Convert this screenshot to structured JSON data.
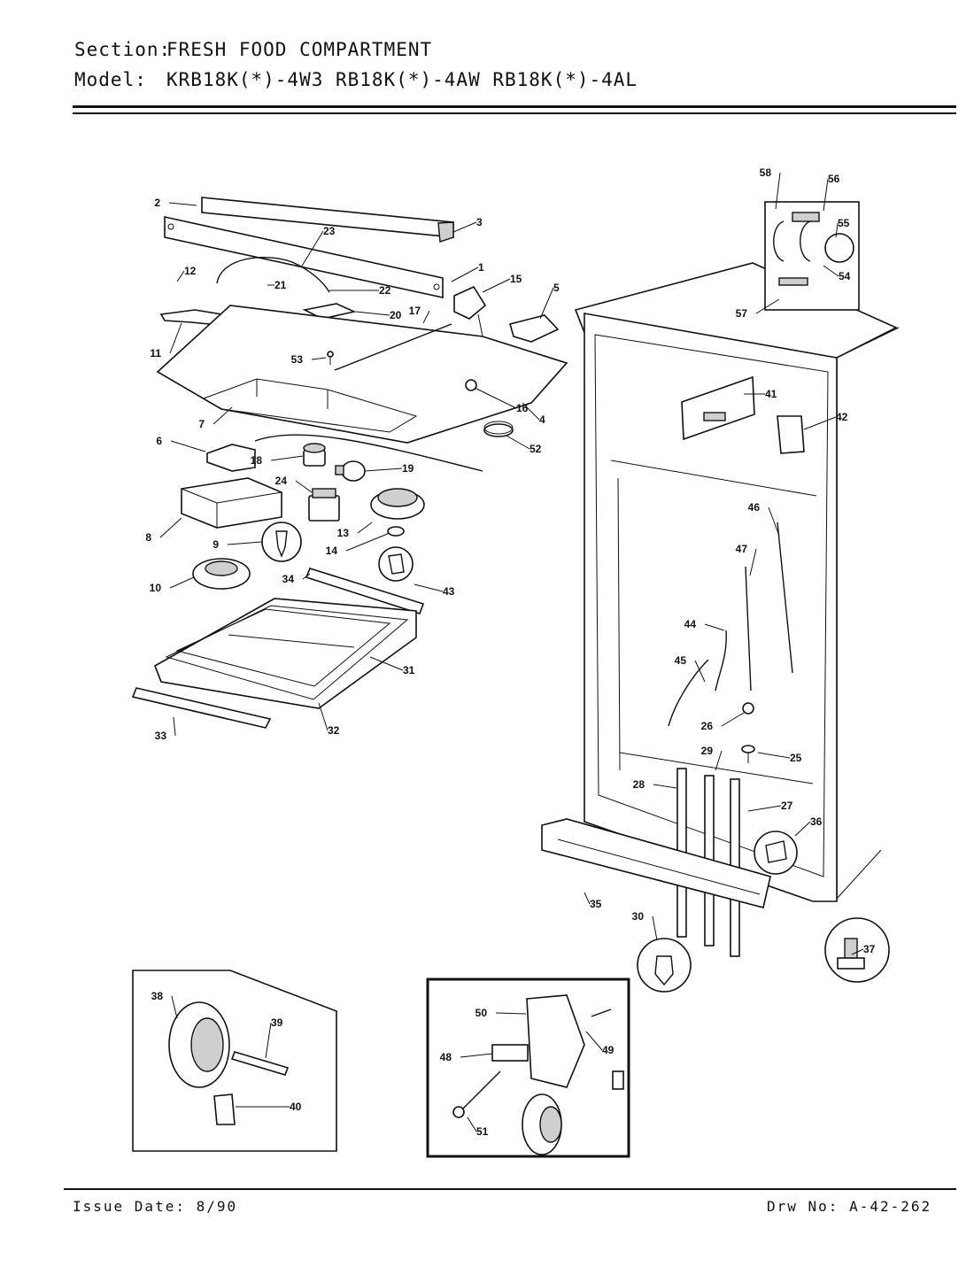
{
  "header": {
    "section_label": "Section:",
    "section_value": "FRESH FOOD COMPARTMENT",
    "model_label": "Model:",
    "model_value": "KRB18K(*)-4W3  RB18K(*)-4AW  RB18K(*)-4AL"
  },
  "footer": {
    "issue_date": "Issue Date: 8/90",
    "drawing_number": "Drw No: A-42-262"
  },
  "callouts": [
    "1",
    "2",
    "3",
    "4",
    "5",
    "6",
    "7",
    "8",
    "9",
    "10",
    "11",
    "12",
    "13",
    "14",
    "15",
    "16",
    "17",
    "18",
    "19",
    "20",
    "21",
    "22",
    "23",
    "24",
    "25",
    "26",
    "27",
    "28",
    "29",
    "30",
    "31",
    "32",
    "33",
    "34",
    "35",
    "36",
    "37",
    "38",
    "39",
    "40",
    "41",
    "42",
    "43",
    "44",
    "45",
    "46",
    "47",
    "48",
    "49",
    "50",
    "51",
    "52",
    "53",
    "54",
    "55",
    "56",
    "57",
    "58"
  ]
}
